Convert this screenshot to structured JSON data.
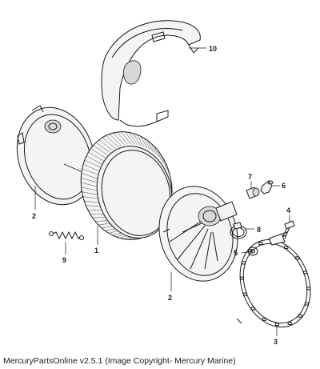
{
  "callouts": {
    "part_1": "1",
    "part_2a": "2",
    "part_2b": "2",
    "part_3": "3",
    "part_4": "4",
    "part_5": "5",
    "part_6": "6",
    "part_7": "7",
    "part_8": "8",
    "part_9": "9",
    "part_10": "10"
  },
  "caption": "MercuryPartsOnline v2.5.1 (Image Copyright- Mercury Marine)"
}
